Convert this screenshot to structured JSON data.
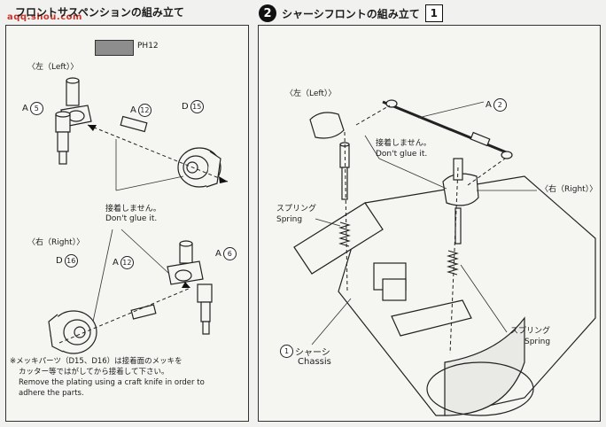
{
  "watermark": "aqq.shou.com",
  "step1": {
    "title": "フロントサスペンションの組み立て",
    "paint_code": "PH12",
    "left_label": "〈左（Left）〉",
    "right_label": "〈右（Right）〉",
    "parts": {
      "a5": {
        "letter": "A",
        "num": "5"
      },
      "a12_top": {
        "letter": "A",
        "num": "12"
      },
      "d15_top": {
        "letter": "D",
        "num": "15"
      },
      "d16": {
        "letter": "D",
        "num": "16"
      },
      "a12_bottom": {
        "letter": "A",
        "num": "12"
      },
      "a6": {
        "letter": "A",
        "num": "6"
      }
    },
    "no_glue_jp": "接着しません。",
    "no_glue_en": "Don't glue it.",
    "note_jp_1": "※メッキパーツ（D15、D16）は接着面のメッキを",
    "note_jp_2": "カッター等ではがしてから接着して下さい。",
    "note_en_1": "Remove the plating using a craft knife in order to",
    "note_en_2": "adhere the parts."
  },
  "step2": {
    "number": "2",
    "title": "シャーシフロントの組み立て",
    "box": "1",
    "left_label": "〈左（Left）〉",
    "right_label": "〈右（Right）〉",
    "a2": {
      "letter": "A",
      "num": "2"
    },
    "no_glue_jp": "接着しません。",
    "no_glue_en": "Don't glue it.",
    "spring_jp": "スプリング",
    "spring_en": "Spring",
    "chassis_num": "1",
    "chassis_jp": "シャーシ",
    "chassis_en": "Chassis"
  }
}
